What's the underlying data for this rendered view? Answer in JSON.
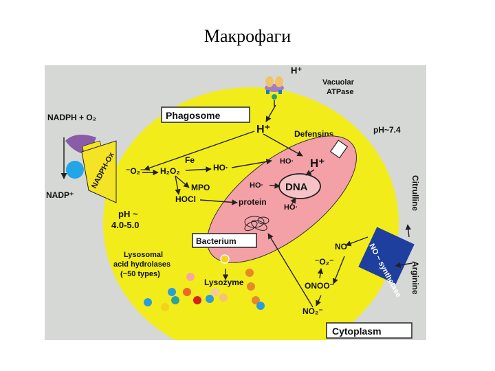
{
  "slide": {
    "title": "Макрофаги"
  },
  "diagram": {
    "labels": {
      "h_plus_top": "H⁺",
      "vacuolar_atpase_line1": "Vacuolar",
      "vacuolar_atpase_line2": "ATPase",
      "nadph_o2": "NADPH + O₂",
      "nadph_ox": "NADPH-Ox",
      "nadp": "NADP⁺",
      "phagosome": "Phagosome",
      "h_plus_phagosome": "H⁺",
      "defensins": "Defensins",
      "ph_cytoplasm": "pH~7.4",
      "fe": "Fe",
      "superoxide": "⁻O₂⁻",
      "h2o2": "H₂O₂",
      "ho_radical": "HO·",
      "mpo": "MPO",
      "hocl": "HOCl",
      "ho_bacterium": "HO·",
      "h_plus_bacterium": "H⁺",
      "ho_left": "HO·",
      "dna": "DNA",
      "protein": "protein",
      "ho_bottom": "HO·",
      "ph_phagosome_line1": "pH ~",
      "ph_phagosome_line2": "4.0-5.0",
      "bacterium": "Bacterium",
      "citrulline": "Citrulline",
      "no": "NO",
      "no_synthetase": "NO ~ synthetase",
      "superoxide_cyto": "⁻O₂⁻",
      "arginine": "Arginine",
      "lysosomal_line1": "Lysosomal",
      "lysosomal_line2": "acid hydrolases",
      "lysosomal_line3": "(~50 types)",
      "lysozyme": "Lysozyme",
      "onoo": "ONOO⁻",
      "no2": "NO₂⁻",
      "cytoplasm": "Cytoplasm"
    },
    "colors": {
      "cytoplasm_bg": "#d6d8d6",
      "phagosome": "#f2ec1a",
      "bacterium": "#f3a0a6",
      "nadph_ox": "#f4e425",
      "nadph_purple": "#8a5ba6",
      "nadph_blue": "#22a6e8",
      "synthetase": "#1f3f9e"
    }
  }
}
